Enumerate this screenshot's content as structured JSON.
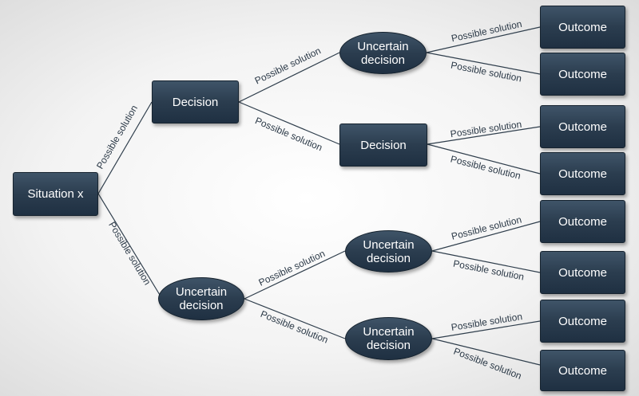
{
  "nodes": {
    "situation": "Situation x",
    "decision_top": "Decision",
    "uncertain_top": "Uncertain\ndecision",
    "decision_mid": "Decision",
    "uncertain_bottom": "Uncertain\ndecision",
    "uncertain_b1": "Uncertain\ndecision",
    "uncertain_b2": "Uncertain\ndecision",
    "outcomes": [
      "Outcome",
      "Outcome",
      "Outcome",
      "Outcome",
      "Outcome",
      "Outcome",
      "Outcome",
      "Outcome"
    ]
  },
  "edge_labels": [
    "Possible solution",
    "Possible solution",
    "Possible solution",
    "Possible solution",
    "Possible solution",
    "Possible solution",
    "Possible solution",
    "Possible solution",
    "Possible solution",
    "Possible solution",
    "Possible solution",
    "Possible solution",
    "Possible solution",
    "Possible solution"
  ]
}
